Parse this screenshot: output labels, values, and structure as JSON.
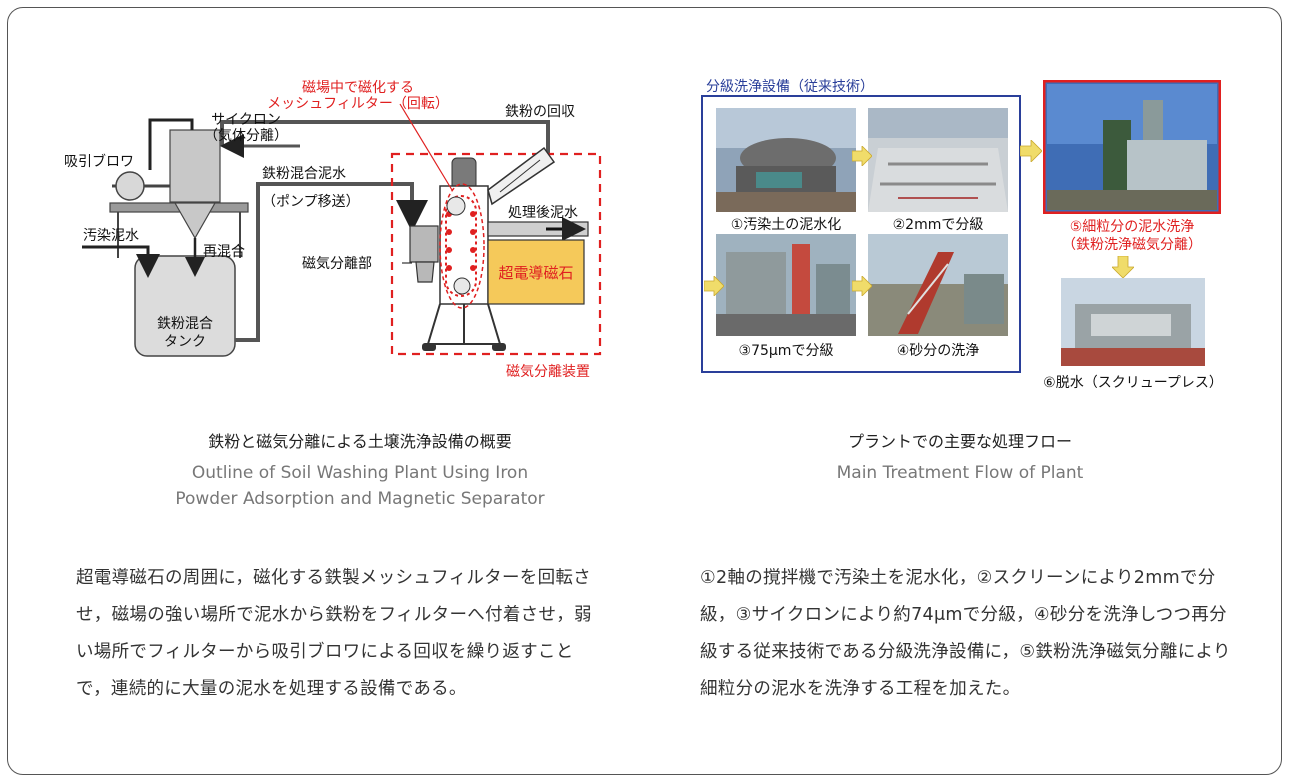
{
  "left_diagram": {
    "label_mesh_filter_line1": "磁場中で磁化する",
    "label_mesh_filter_line2": "メッシュフィルター（回転）",
    "label_cyclone_line1": "サイクロン",
    "label_cyclone_line2": "（気体分離）",
    "label_iron_recovery": "鉄粉の回収",
    "label_blower": "吸引ブロワ",
    "label_mixed_slurry": "鉄粉混合泥水",
    "label_pump": "（ポンプ移送）",
    "label_treated_slurry": "処理後泥水",
    "label_contaminated_slurry": "汚染泥水",
    "label_remix": "再混合",
    "label_separation_part": "磁気分離部",
    "label_superconducting_magnet": "超電導磁石",
    "label_tank_line1": "鉄粉混合",
    "label_tank_line2": "タンク",
    "label_magnetic_separator": "磁気分離装置",
    "caption_jp": "鉄粉と磁気分離による土壌洗浄設備の概要",
    "caption_en": "Outline of Soil Washing Plant Using Iron Powder Adsorption and Magnetic Separator",
    "description": "超電導磁石の周囲に，磁化する鉄製メッシュフィルターを回転させ，磁場の強い場所で泥水から鉄粉をフィルターへ付着させ，弱い場所でフィルターから吸引ブロワによる回収を繰り返すことで，連続的に大量の泥水を処理する設備である。"
  },
  "right_diagram": {
    "conventional_title": "分級洗浄設備（従来技術）",
    "step1": "①汚染土の泥水化",
    "step2": "②2mmで分級",
    "step3": "③75μmで分級",
    "step4": "④砂分の洗浄",
    "step5_line1": "⑤細粒分の泥水洗浄",
    "step5_line2": "（鉄粉洗浄磁気分離）",
    "step6": "⑥脱水（スクリュープレス）",
    "caption_jp": "プラントでの主要な処理フロー",
    "caption_en": "Main Treatment Flow of Plant",
    "description": "①2軸の撹拌機で汚染土を泥水化，②スクリーンにより2mmで分級，③サイクロンにより約74μmで分級，④砂分を洗浄しつつ再分級する従来技術である分級洗浄設備に，⑤鉄粉洗浄磁気分離により細粒分の泥水を洗浄する工程を加えた。"
  },
  "colors": {
    "accent_red": "#e02020",
    "accent_blue": "#2a3f9a",
    "magnet_yellow": "#f5c95a",
    "arrow_yellow": "#f0dc6a"
  }
}
